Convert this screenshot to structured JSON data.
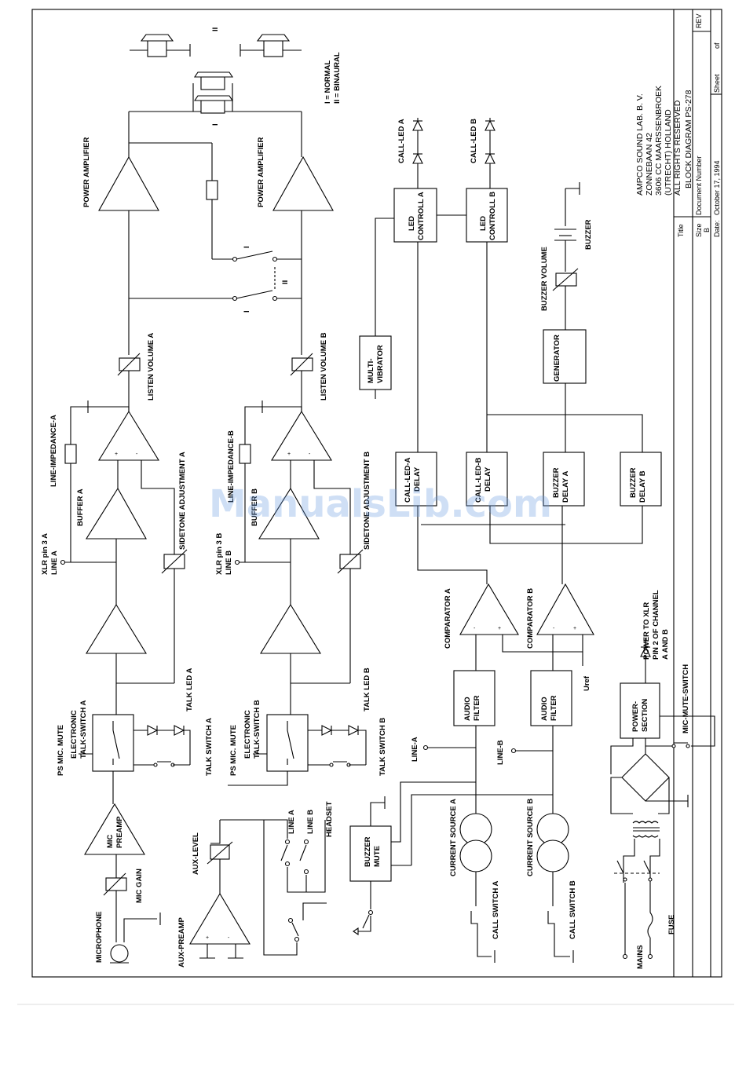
{
  "title_block": {
    "company": [
      "AMPCO SOUND LAB. B. V.",
      "ZONNEBAAN 42",
      "3606 CC MAARSSENBROEK",
      "(UTRECHT) HOLLAND",
      "ALL RIGHTS RESERVED"
    ],
    "title_label": "Title",
    "title": "BLOCK DIAGRAM PS-278",
    "size_label": "Size",
    "size": "B",
    "docnum_label": "Document Number",
    "date_label": "Date:",
    "date": "October 17, 1994",
    "sheet_label": "Sheet",
    "of_label": "of",
    "rev_label": "REV"
  },
  "legend": {
    "normal": "I = NORMAL",
    "binaural": "II = BINAURAL"
  },
  "switch_marks": {
    "one": "I",
    "two": "II"
  },
  "labels": {
    "power_amp": "POWER AMPLIFIER",
    "listen_a": "LISTEN VOLUME A",
    "listen_b": "LISTEN VOLUME B",
    "line_imp_a": "LINE-IMPEDANCE-A",
    "line_imp_b": "LINE-IMPEDANCE-B",
    "buffer_a": "BUFFER A",
    "buffer_b": "BUFFER B",
    "sidetone_a": "SIDETONE ADJUSTMENT A",
    "sidetone_b": "SIDETONE ADJUSTMENT B",
    "xlr_a": [
      "XLR pin 3 A",
      "LINE A"
    ],
    "xlr_b": [
      "XLR pin 3 B",
      "LINE B"
    ],
    "ets_a": [
      "ELECTRONIC",
      "TALK-SWITCH A"
    ],
    "ets_b": [
      "ELECTRONIC",
      "TALK-SWITCH B"
    ],
    "ps_mute": "PS MIC. MUTE",
    "talk_led_a": "TALK LED A",
    "talk_led_b": "TALK LED B",
    "talk_switch_a": "TALK SWITCH A",
    "talk_switch_b": "TALK SWITCH B",
    "mic_preamp": [
      "MIC",
      "PREAMP"
    ],
    "mic_gain": "MIC GAIN",
    "microphone": "MICROPHONE",
    "aux_level": "AUX-LEVEL",
    "aux_preamp": "AUX-PREAMP",
    "line_a": "LINE A",
    "line_b": "LINE B",
    "headset": "HEADSET",
    "multivibrator": [
      "MULTI-",
      "VIBRATOR"
    ],
    "call_led_a": "CALL-LED A",
    "call_led_b": "CALL-LED B",
    "led_ctrl_a": [
      "LED",
      "CONTROLL A"
    ],
    "led_ctrl_b": [
      "LED",
      "CONTROLL B"
    ],
    "buzzer": "BUZZER",
    "buzzer_volume": "BUZZER VOLUME",
    "generator": "GENERATOR",
    "call_delay_a": [
      "CALL-LED-A",
      "DELAY"
    ],
    "call_delay_b": [
      "CALL-LED-B",
      "DELAY"
    ],
    "buzzer_delay_a": [
      "BUZZER",
      "DELAY A"
    ],
    "buzzer_delay_b": [
      "BUZZER",
      "DELAY B"
    ],
    "comparator_a": "COMPARATOR A",
    "comparator_b": "COMPARATOR B",
    "audio_filter": [
      "AUDIO",
      "FILTER"
    ],
    "uref": "Uref",
    "line_a_dash": "LINE-A",
    "line_b_dash": "LINE-B",
    "buzzer_mute": [
      "BUZZER",
      "MUTE"
    ],
    "current_source_a": "CURRENT SOURCE A",
    "current_source_b": "CURRENT SOURCE B",
    "call_switch_a": "CALL SWITCH A",
    "call_switch_b": "CALL SWITCH B",
    "power_section": [
      "POWER-",
      "SECTION"
    ],
    "power_xlr": [
      "POWER TO XLR",
      "PIN 2 OF CHANNEL",
      "A AND B"
    ],
    "mic_mute_switch": "MIC-MUTE-SWITCH",
    "fuse": "FUSE",
    "mains": "MAINS"
  },
  "watermark": "ManualsLib.com"
}
